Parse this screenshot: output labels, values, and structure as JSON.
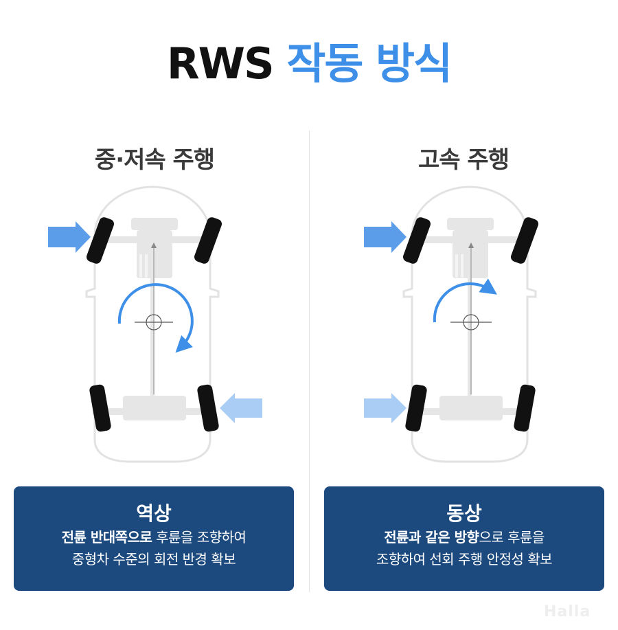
{
  "header": {
    "title_prefix": "RWS",
    "title_highlight": "작동 방식"
  },
  "panels": [
    {
      "heading": "중·저속 주행",
      "mode": "역상",
      "desc_line1_bold": "전륜 반대쪽으로",
      "desc_line1_rest": " 후륜을 조향하여",
      "desc_line2": "중형차 수준의 회전 반경 확보"
    },
    {
      "heading": "고속 주행",
      "mode": "동상",
      "desc_line1_bold": "전륜과 같은 방향",
      "desc_line1_rest": "으로 후륜을",
      "desc_line2": "조향하여 선회 주행 안정성 확보"
    }
  ],
  "watermark": "Halla",
  "colors": {
    "title_blue": "#3d8fe8",
    "card_bg": "#1c4a7e",
    "arrow_front": "#5b9de9",
    "arrow_rear": "#aacdf5",
    "tire": "#111111",
    "car_outline": "#e2e2e2",
    "chassis": "#e6e6e6"
  },
  "icons": [
    "push-arrow-icon",
    "rotation-arrow-icon",
    "center-crosshair-icon",
    "car-chassis-icon"
  ]
}
